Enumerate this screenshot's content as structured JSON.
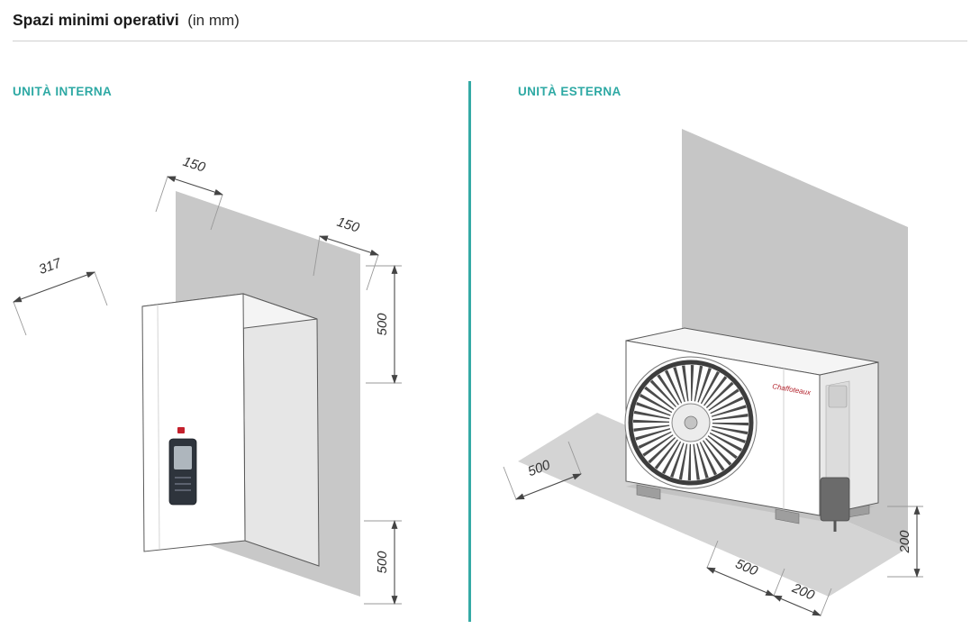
{
  "header": {
    "title": "Spazi minimi operativi",
    "unit_note": "(in mm)"
  },
  "panels": {
    "interna": {
      "heading": "UNITÀ INTERNA",
      "dims": {
        "top_left_150": "150",
        "top_right_150": "150",
        "depth_317": "317",
        "right_upper_500": "500",
        "right_lower_500": "500"
      }
    },
    "esterna": {
      "heading": "UNITÀ ESTERNA",
      "brand": "Chaffoteaux",
      "dims": {
        "left_500": "500",
        "right_200": "200",
        "bottom_left_500": "500",
        "bottom_200": "200"
      }
    }
  },
  "colors": {
    "accent_teal": "#2EA9A4",
    "wall_gray": "#C8C8C8",
    "dim_text": "#333333"
  }
}
